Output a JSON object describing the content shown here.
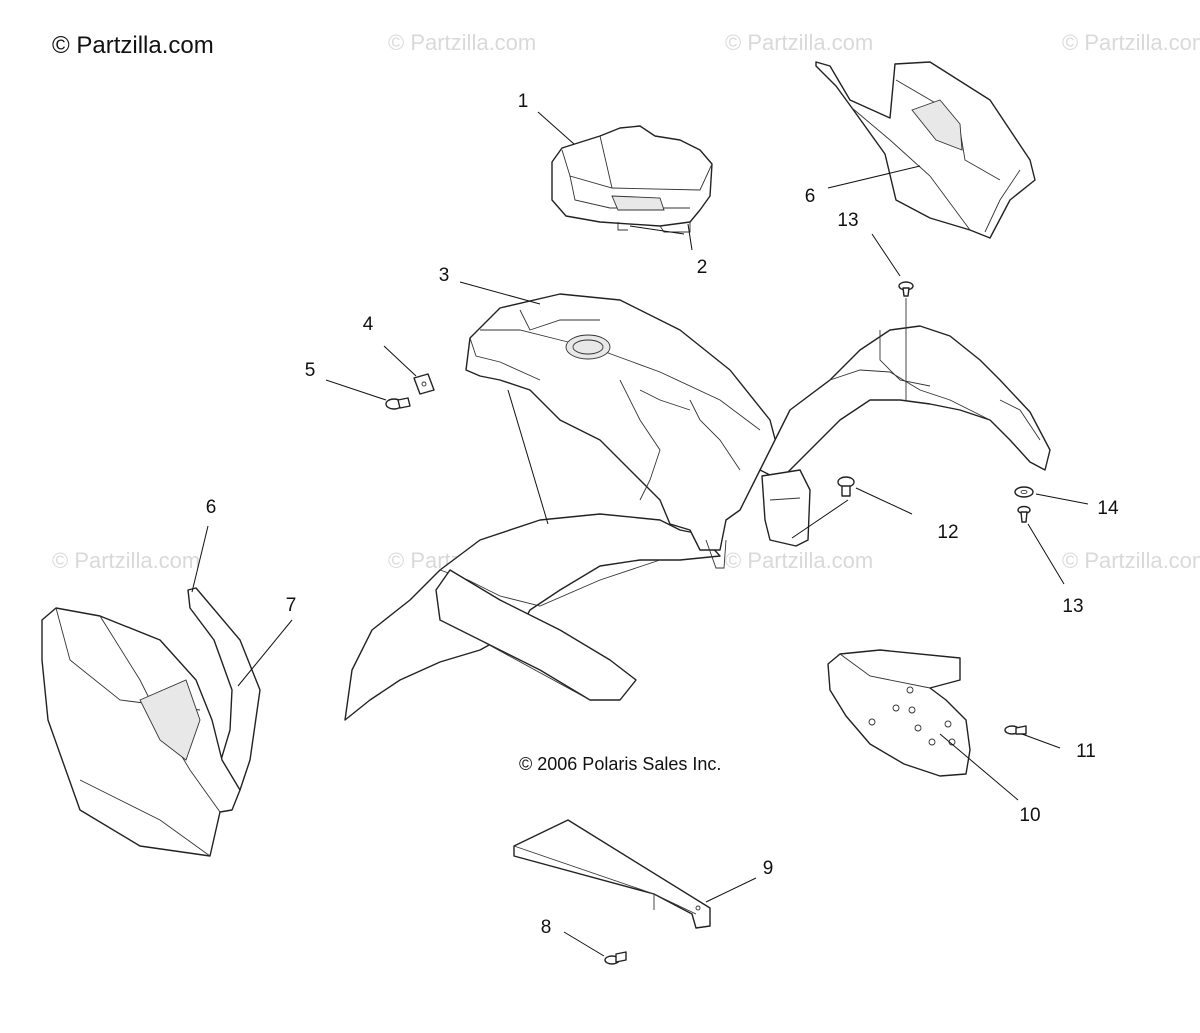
{
  "watermark": {
    "main": "© Partzilla.com",
    "faint": "© Partzilla.com"
  },
  "copyright": "© 2006 Polaris Sales Inc.",
  "callouts": [
    {
      "id": "c1",
      "label": "1"
    },
    {
      "id": "c2",
      "label": "2"
    },
    {
      "id": "c3",
      "label": "3"
    },
    {
      "id": "c4",
      "label": "4"
    },
    {
      "id": "c5",
      "label": "5"
    },
    {
      "id": "c6a",
      "label": "6"
    },
    {
      "id": "c6b",
      "label": "6"
    },
    {
      "id": "c7",
      "label": "7"
    },
    {
      "id": "c8",
      "label": "8"
    },
    {
      "id": "c9",
      "label": "9"
    },
    {
      "id": "c10",
      "label": "10"
    },
    {
      "id": "c11",
      "label": "11"
    },
    {
      "id": "c12",
      "label": "12"
    },
    {
      "id": "c13a",
      "label": "13"
    },
    {
      "id": "c13b",
      "label": "13"
    },
    {
      "id": "c14",
      "label": "14"
    }
  ],
  "colors": {
    "line": "#222222",
    "watermark": "#d9d9d9",
    "background": "#ffffff"
  }
}
